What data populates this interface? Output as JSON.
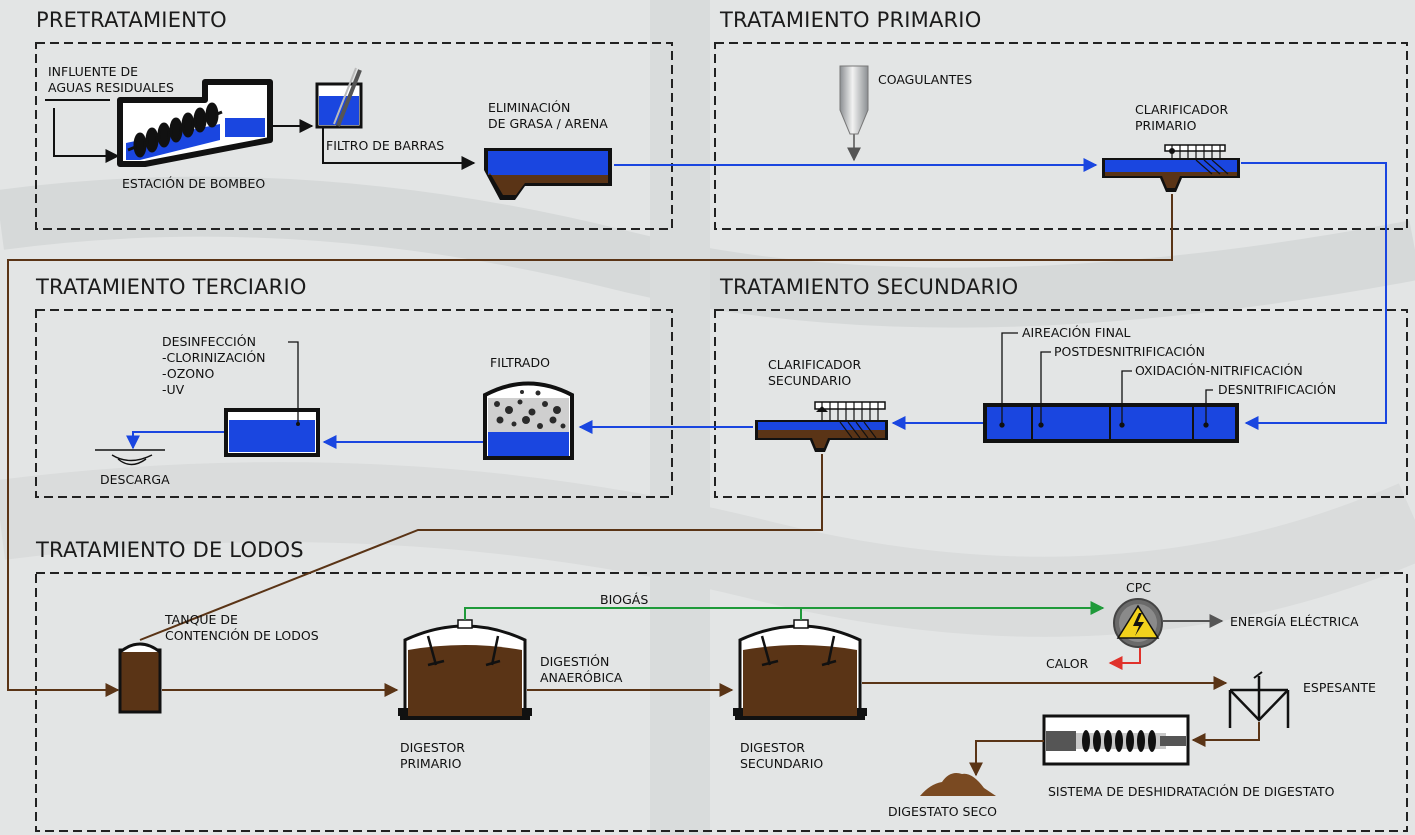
{
  "sections": {
    "pretreatment": "PRETRATAMIENTO",
    "primary": "TRATAMIENTO PRIMARIO",
    "tertiary": "TRATAMIENTO TERCIARIO",
    "secondary": "TRATAMIENTO SECUNDARIO",
    "sludge": "TRATAMIENTO DE LODOS"
  },
  "labels": {
    "influent": "INFLUENTE DE\nAGUAS RESIDUALES",
    "pumping_station": "ESTACIÓN DE BOMBEO",
    "bar_screen": "FILTRO DE BARRAS",
    "grease_removal": "ELIMINACIÓN\nDE GRASA / ARENA",
    "coagulants": "COAGULANTES",
    "primary_clarifier": "CLARIFICADOR\nPRIMARIO",
    "final_aeration": "AIREACIÓN FINAL",
    "post_denitrification": "POSTDESNITRIFICACIÓN",
    "oxidation_nitrification": "OXIDACIÓN-NITRIFICACIÓN",
    "denitrification": "DESNITRIFICACIÓN",
    "secondary_clarifier": "CLARIFICADOR\nSECUNDARIO",
    "filtration": "FILTRADO",
    "disinfection": "DESINFECCIÓN\n-CLORINIZACIÓN\n-OZONO\n-UV",
    "discharge": "DESCARGA",
    "holding_tank": "TANQUE DE\nCONTENCIÓN DE LODOS",
    "biogas": "BIOGÁS",
    "chp": "CPC",
    "electric_energy": "ENERGÍA ELÉCTRICA",
    "heat": "CALOR",
    "anaerobic_digestion": "DIGESTIÓN\nANAERÓBICA",
    "primary_digester": "DIGESTOR\nPRIMARIO",
    "secondary_digester": "DIGESTOR\nSECUNDARIO",
    "thickener": "ESPESANTE",
    "dewatering": "SISTEMA DE DESHIDRATACIÓN DE DIGESTATO",
    "dry_digestate": "DIGESTATO SECO"
  },
  "colors": {
    "water": "#1a46e0",
    "sludge": "#5a3416",
    "biogas": "#1f9a3a",
    "heat": "#e0322b",
    "electric": "#5a5a5a",
    "chp_symbol": "#f2d21c"
  }
}
